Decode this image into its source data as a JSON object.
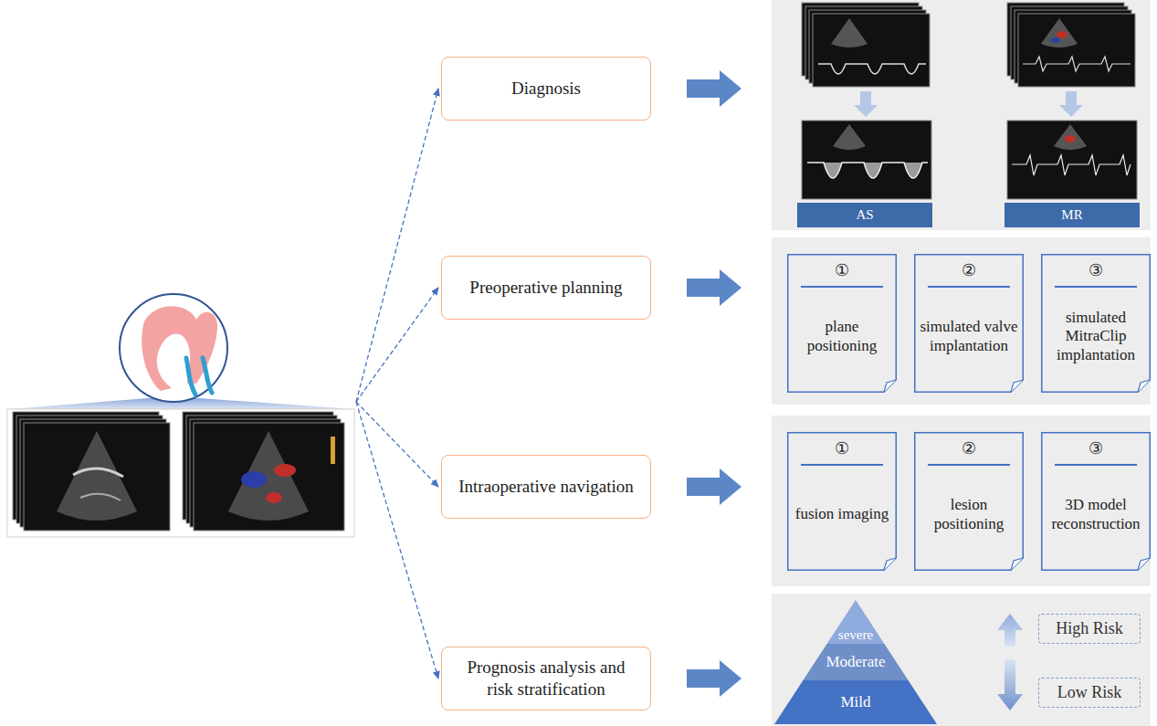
{
  "diagram": {
    "nodes": [
      {
        "text": [
          "Diagnosis"
        ]
      },
      {
        "text": [
          "AS"
        ]
      },
      {
        "text": [
          "MR"
        ]
      },
      {
        "text": [
          "Preoperative planning"
        ]
      },
      {
        "text": [
          "①",
          "plane positioning"
        ]
      },
      {
        "text": [
          "②",
          "simulated valve implantation"
        ]
      },
      {
        "text": [
          "③",
          "simulated MitraClip implantation"
        ]
      },
      {
        "text": [
          "Intraoperative navigation"
        ]
      },
      {
        "text": [
          "①",
          "fusion imaging"
        ]
      },
      {
        "text": [
          "②",
          "lesion positioning"
        ]
      },
      {
        "text": [
          "③",
          "3D model reconstruction"
        ]
      },
      {
        "text": [
          "Prognosis analysis and risk stratification"
        ]
      },
      {
        "text": [
          "severe"
        ]
      },
      {
        "text": [
          "Moderate"
        ]
      },
      {
        "text": [
          "Mild"
        ]
      },
      {
        "text": [
          "High Risk"
        ]
      },
      {
        "text": [
          "Low Risk"
        ]
      }
    ]
  }
}
